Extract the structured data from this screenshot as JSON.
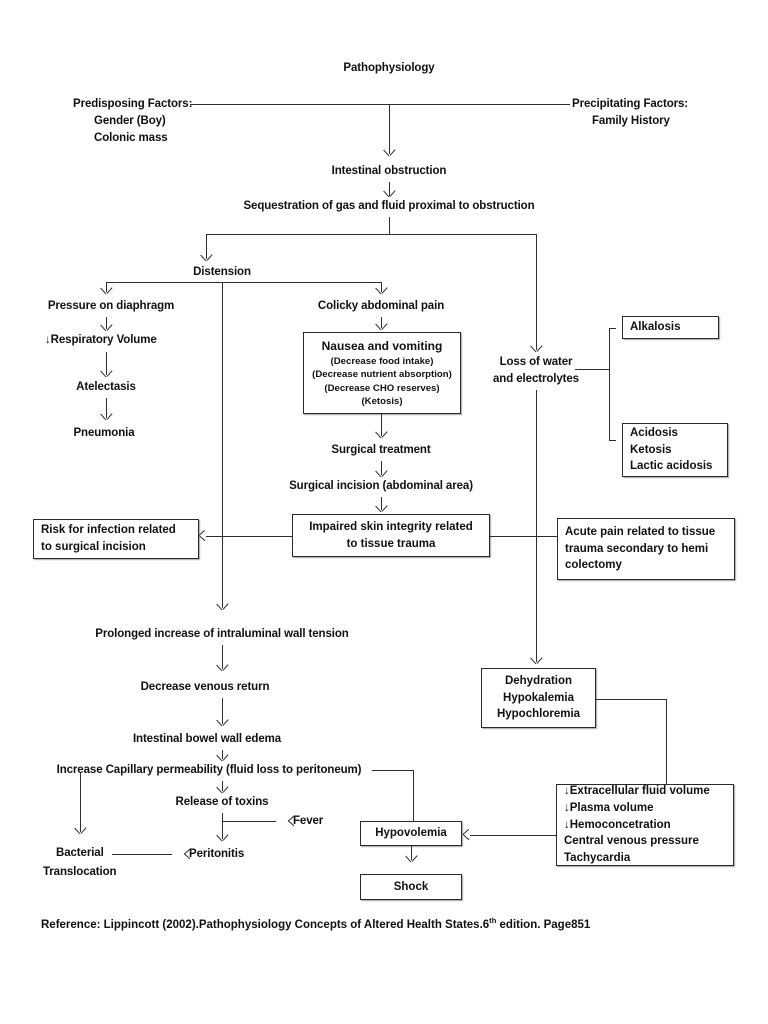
{
  "document": {
    "title": "Pathophysiology",
    "reference_prefix": "Reference: Lippincott (2002).Pathophysiology Concepts of Altered Health States.6",
    "reference_sup": "th",
    "reference_suffix": " edition. Page851"
  },
  "factors": {
    "predisposing_label": "Predisposing Factors:",
    "predisposing_items": [
      "Gender (Boy)",
      "Colonic mass"
    ],
    "precipitating_label": "Precipitating Factors:",
    "precipitating_items": [
      "Family History"
    ]
  },
  "nodes": {
    "intestinal_obstruction": "Intestinal obstruction",
    "sequestration": "Sequestration of gas and fluid proximal to obstruction",
    "distension": "Distension",
    "pressure_diaphragm": "Pressure on diaphragm",
    "respiratory_volume_arrow": "↓",
    "respiratory_volume": "Respiratory Volume",
    "atelectasis": "Atelectasis",
    "pneumonia": "Pneumonia",
    "colicky_pain": "Colicky abdominal pain",
    "surgical_treatment": "Surgical treatment",
    "surgical_incision": "Surgical incision (abdominal area)",
    "loss_of_water_line1": "Loss of water",
    "loss_of_water_line2": "and electrolytes",
    "prolonged_increase": "Prolonged increase of intraluminal wall tension",
    "decrease_venous_return": "Decrease venous return",
    "bowel_wall_edema": "Intestinal bowel wall edema",
    "capillary_permeability": "Increase Capillary permeability (fluid loss to peritoneum)",
    "release_of_toxins": "Release of toxins",
    "fever": "Fever",
    "bacterial_line1": "Bacterial",
    "bacterial_line2": "Translocation",
    "peritonitis": "Peritonitis"
  },
  "boxes": {
    "nausea": {
      "title": "Nausea and vomiting",
      "lines": [
        "(Decrease food intake)",
        "(Decrease nutrient absorption)",
        "(Decrease CHO reserves)",
        "(Ketosis)"
      ]
    },
    "alkalosis": {
      "lines": [
        "Alkalosis"
      ]
    },
    "acidosis": {
      "lines": [
        "Acidosis",
        "Ketosis",
        "Lactic acidosis"
      ]
    },
    "risk_infection": {
      "lines": [
        "Risk for infection related",
        "to surgical incision"
      ]
    },
    "impaired_skin": {
      "lines": [
        "Impaired skin integrity related",
        "to tissue trauma"
      ]
    },
    "acute_pain": {
      "lines": [
        "Acute pain related to tissue",
        "trauma secondary to hemi",
        "colectomy"
      ]
    },
    "dehydration": {
      "lines": [
        "Dehydration",
        "Hypokalemia",
        "Hypochloremia"
      ]
    },
    "fluid_volume": {
      "lines": [
        "↓Extracellular fluid volume",
        "↓Plasma volume",
        "↓Hemoconcetration",
        " Central venous pressure",
        " Tachycardia"
      ]
    },
    "hypovolemia": {
      "lines": [
        "Hypovolemia"
      ]
    },
    "shock": {
      "lines": [
        "Shock"
      ]
    }
  },
  "colors": {
    "ink": "#111111",
    "line": "#2f2f2f",
    "box_border": "#2b2b2b",
    "background": "#ffffff"
  }
}
